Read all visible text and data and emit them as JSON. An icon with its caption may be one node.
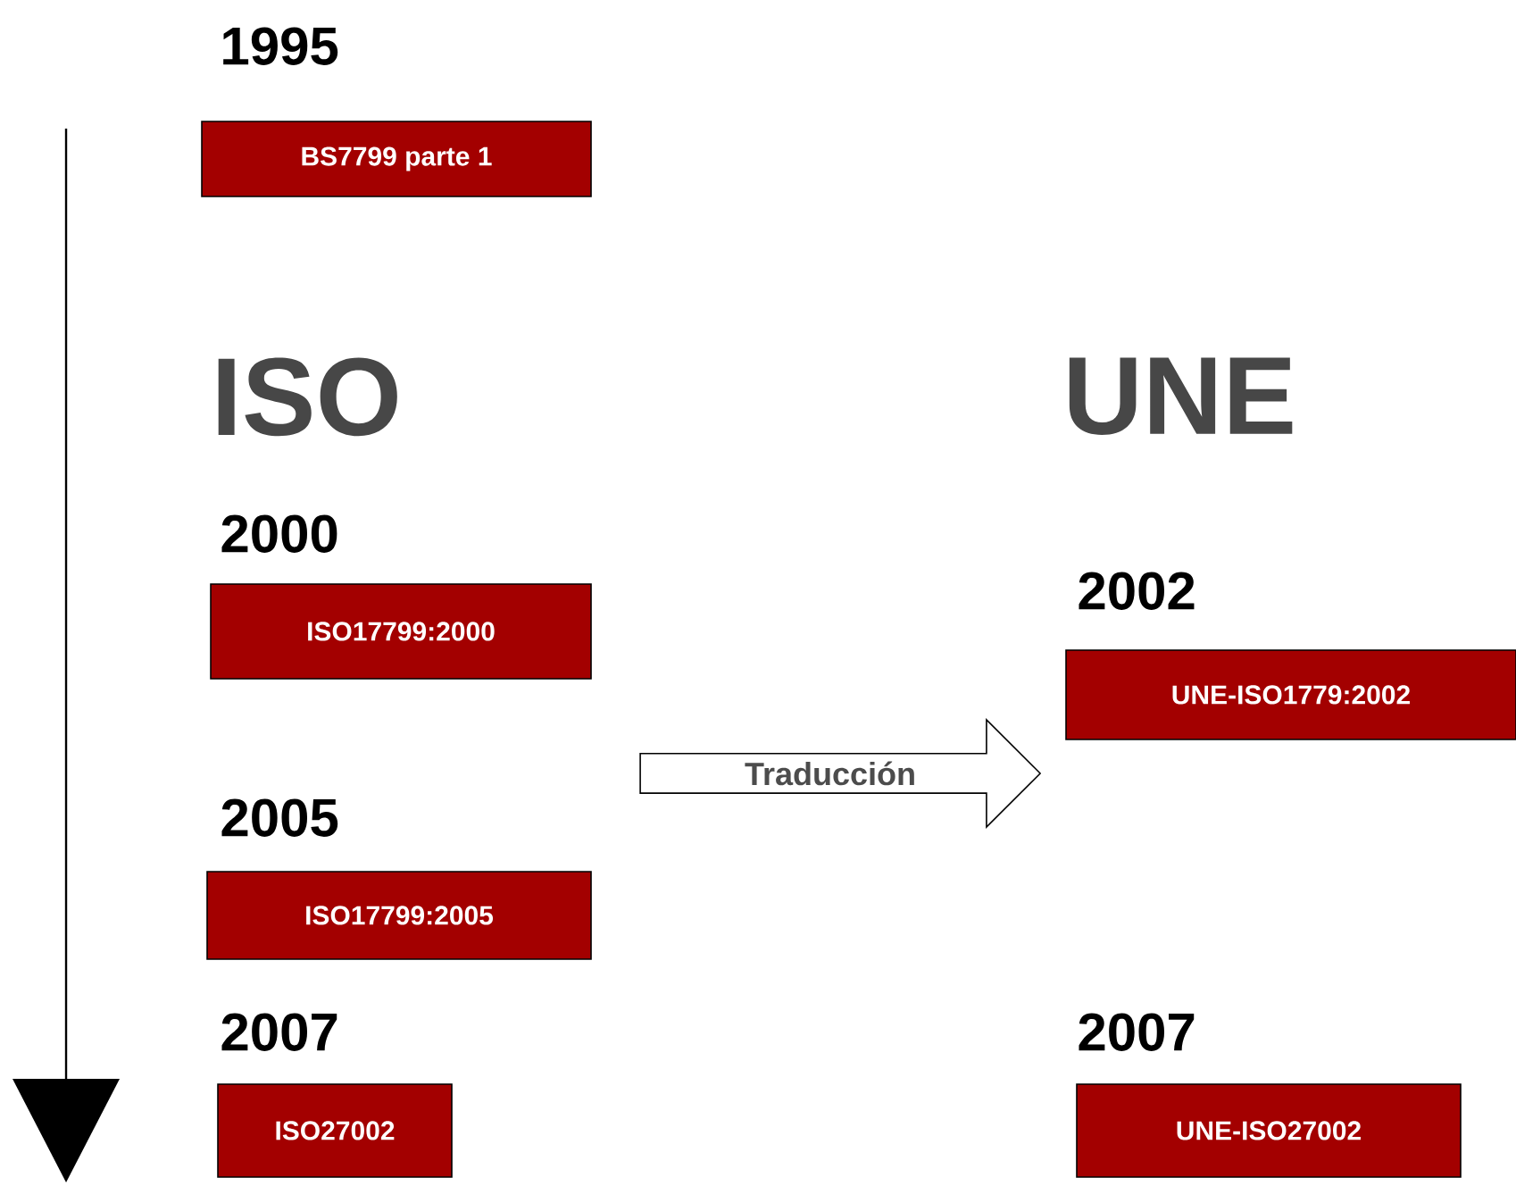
{
  "diagram": {
    "nodes": [
      {
        "text": [
          "1995",
          "BS7799 parte 1"
        ]
      },
      {
        "text": [
          "2000",
          "ISO17799:2000"
        ]
      },
      {
        "text": [
          "2005",
          "ISO17799:2005"
        ]
      },
      {
        "text": [
          "2007",
          "ISO27002"
        ]
      },
      {
        "text": [
          "2002",
          "UNE-ISO1779:2002"
        ]
      },
      {
        "text": [
          "2007",
          "UNE-ISO27002"
        ]
      },
      {
        "text": [
          "Traducción"
        ]
      }
    ],
    "labels": [
      "ISO",
      "UNE"
    ]
  }
}
